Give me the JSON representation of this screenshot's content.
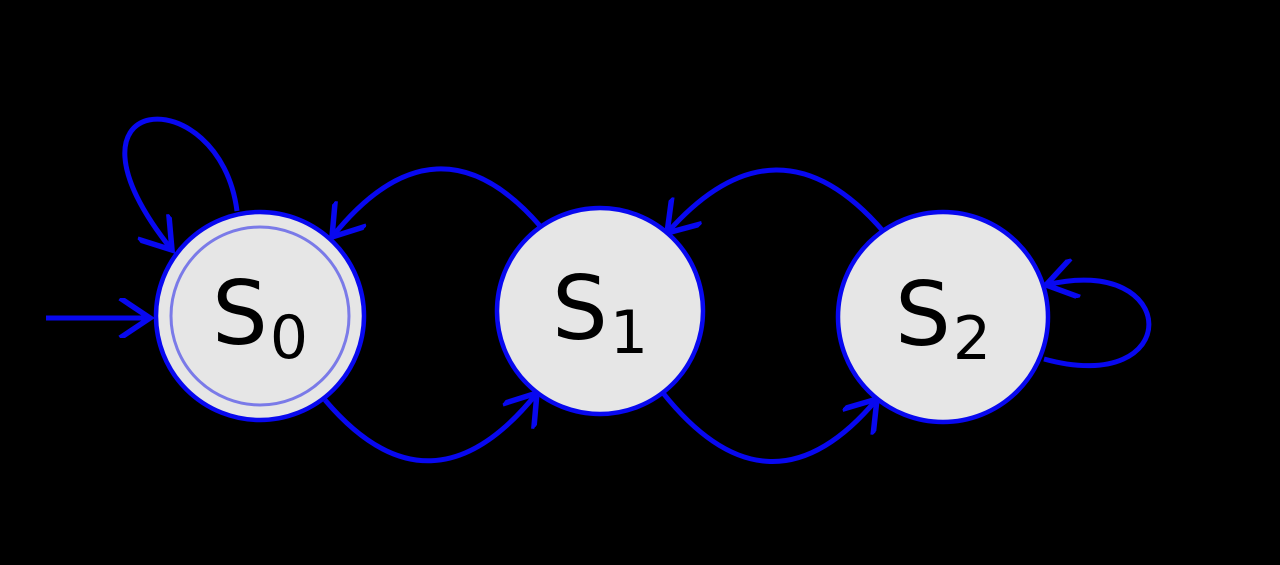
{
  "diagram": {
    "kind": "finite-state-automaton",
    "background_color": "#000000",
    "edge_color": "#0808f0",
    "state_fill_color": "#e6e6e6",
    "state_border_color": "#0808f0",
    "accept_ring_color": "#7a7ae8",
    "label_color": "#000000",
    "states": [
      {
        "name": "S0",
        "base": "S",
        "subscript": "0",
        "accepting": true,
        "initial": true
      },
      {
        "name": "S1",
        "base": "S",
        "subscript": "1",
        "accepting": false,
        "initial": false
      },
      {
        "name": "S2",
        "base": "S",
        "subscript": "2",
        "accepting": false,
        "initial": false
      }
    ],
    "transitions": [
      {
        "from": "start",
        "to": "S0",
        "shape": "straight-horizontal"
      },
      {
        "from": "S0",
        "to": "S0",
        "shape": "self-loop-top-left"
      },
      {
        "from": "S1",
        "to": "S0",
        "shape": "arc-over-top"
      },
      {
        "from": "S0",
        "to": "S1",
        "shape": "arc-under-bottom"
      },
      {
        "from": "S2",
        "to": "S1",
        "shape": "arc-over-top"
      },
      {
        "from": "S1",
        "to": "S2",
        "shape": "arc-under-bottom"
      },
      {
        "from": "S2",
        "to": "S2",
        "shape": "self-loop-right"
      }
    ]
  }
}
